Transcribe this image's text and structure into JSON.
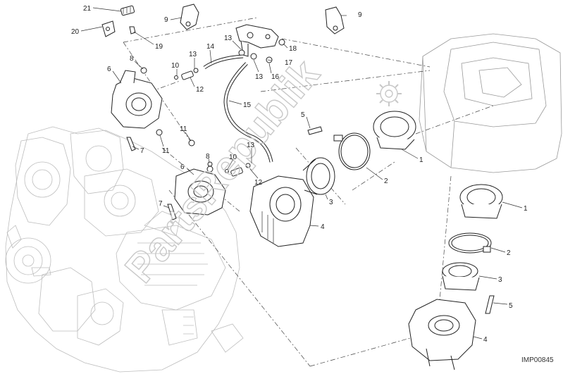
{
  "diagram": {
    "code": "IMP00845",
    "watermark": "PartsRepublik",
    "callouts": [
      {
        "id": "c21",
        "text": "21"
      },
      {
        "id": "c20",
        "text": "20"
      },
      {
        "id": "c19",
        "text": "19"
      },
      {
        "id": "c9a",
        "text": "9"
      },
      {
        "id": "c9b",
        "text": "9"
      },
      {
        "id": "c8a",
        "text": "8"
      },
      {
        "id": "c6a",
        "text": "6"
      },
      {
        "id": "c10a",
        "text": "10"
      },
      {
        "id": "c13a",
        "text": "13"
      },
      {
        "id": "c14",
        "text": "14"
      },
      {
        "id": "c12a",
        "text": "12"
      },
      {
        "id": "c13b",
        "text": "13"
      },
      {
        "id": "c18",
        "text": "18"
      },
      {
        "id": "c17",
        "text": "17"
      },
      {
        "id": "c13c",
        "text": "13"
      },
      {
        "id": "c16",
        "text": "16"
      },
      {
        "id": "c15",
        "text": "15"
      },
      {
        "id": "c7a",
        "text": "7"
      },
      {
        "id": "c11a",
        "text": "11"
      },
      {
        "id": "c11b",
        "text": "11"
      },
      {
        "id": "c5a",
        "text": "5"
      },
      {
        "id": "c1a",
        "text": "1"
      },
      {
        "id": "c2a",
        "text": "2"
      },
      {
        "id": "c3a",
        "text": "3"
      },
      {
        "id": "c6b",
        "text": "6"
      },
      {
        "id": "c8b",
        "text": "8"
      },
      {
        "id": "c10b",
        "text": "10"
      },
      {
        "id": "c13d",
        "text": "13"
      },
      {
        "id": "c12b",
        "text": "12"
      },
      {
        "id": "c7b",
        "text": "7"
      },
      {
        "id": "c4a",
        "text": "4"
      },
      {
        "id": "c1b",
        "text": "1"
      },
      {
        "id": "c2b",
        "text": "2"
      },
      {
        "id": "c3b",
        "text": "3"
      },
      {
        "id": "c5b",
        "text": "5"
      },
      {
        "id": "c4b",
        "text": "4"
      }
    ]
  }
}
